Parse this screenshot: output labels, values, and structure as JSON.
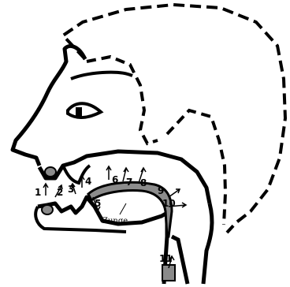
{
  "labels": {
    "tongue": "Zunge",
    "articulation_points": [
      {
        "id": "1",
        "text": "1"
      },
      {
        "id": "2",
        "text": "2"
      },
      {
        "id": "3",
        "text": "3"
      },
      {
        "id": "4",
        "text": "4"
      },
      {
        "id": "5",
        "text": "5"
      },
      {
        "id": "6",
        "text": "6"
      },
      {
        "id": "7",
        "text": "7"
      },
      {
        "id": "8",
        "text": "8"
      },
      {
        "id": "9",
        "text": "9"
      },
      {
        "id": "10",
        "text": "10"
      },
      {
        "id": "11",
        "text": "11"
      }
    ]
  },
  "colors": {
    "ink": "#000000",
    "tongue_fill": "#8c8c8c",
    "teeth_fill": "#8a8a8a",
    "background": "#ffffff"
  }
}
